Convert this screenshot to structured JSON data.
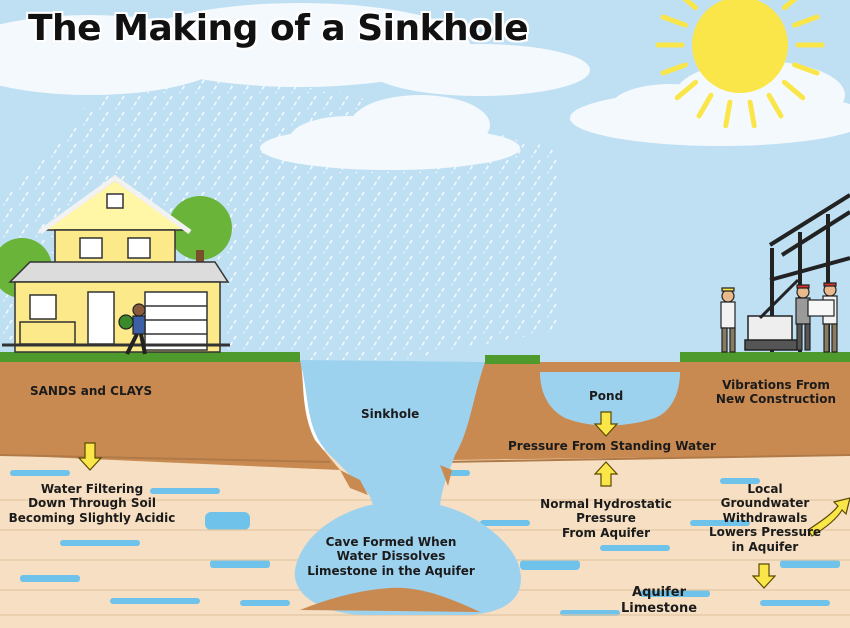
{
  "title": "The Making of a Sinkhole",
  "labels": {
    "sands_clays": "SANDS and CLAYS",
    "sinkhole": "Sinkhole",
    "pond": "Pond",
    "vibrations": [
      "Vibrations From",
      "New Construction"
    ],
    "pressure_standing": "Pressure From Standing Water",
    "water_filtering": [
      "Water Filtering",
      "Down Through Soil",
      "Becoming Slightly Acidic"
    ],
    "hydrostatic": [
      "Normal Hydrostatic",
      "Pressure",
      "From Aquifer"
    ],
    "groundwater": [
      "Local",
      "Groundwater",
      "Withdrawals",
      "Lowers Pressure",
      "in Aquifer"
    ],
    "cave": [
      "Cave Formed When",
      "Water Dissolves",
      "Limestone in the Aquifer"
    ],
    "aquifer": [
      "Aquifer",
      "Limestone"
    ]
  },
  "colors": {
    "sky": "#bfe0f3",
    "soil": "#c98a52",
    "limestone": "#f6dfc2",
    "water": "#9dd2ef",
    "grass": "#4e9a2c",
    "arrow": "#fbe64a"
  }
}
